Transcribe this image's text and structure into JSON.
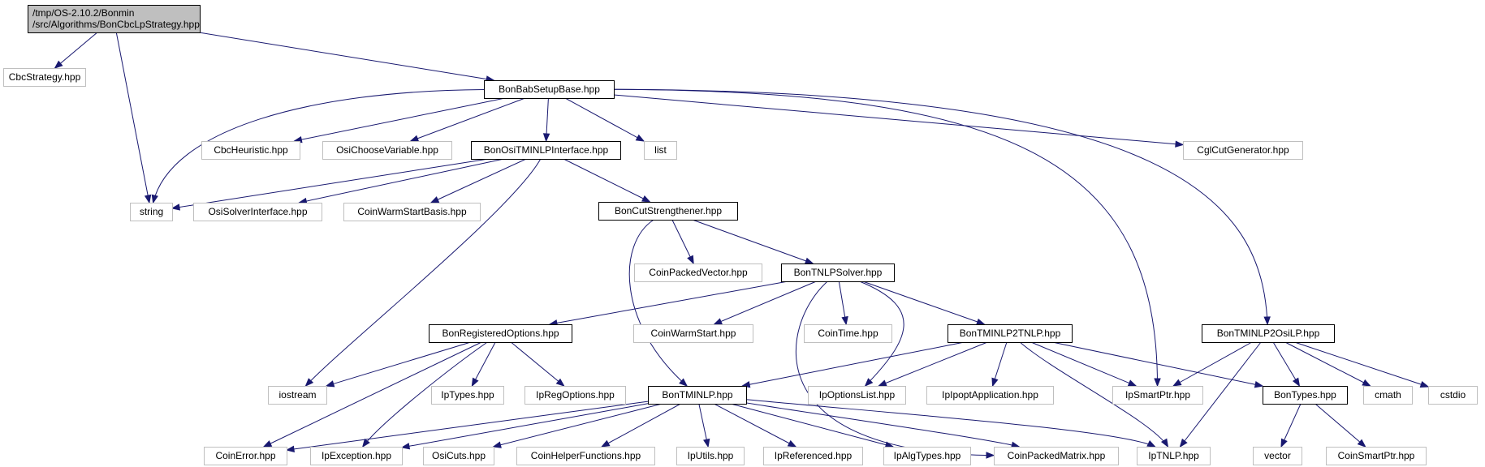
{
  "nodes": [
    {
      "id": "root",
      "lines": [
        "/tmp/OS-2.10.2/Bonmin",
        "/src/Algorithms/BonCbcLpStrategy.hpp"
      ],
      "kind": "root"
    },
    {
      "id": "cbcstrategy",
      "lines": [
        "CbcStrategy.hpp"
      ],
      "kind": "ext"
    },
    {
      "id": "string",
      "lines": [
        "string"
      ],
      "kind": "ext"
    },
    {
      "id": "babsetup",
      "lines": [
        "BonBabSetupBase.hpp"
      ],
      "kind": "doc"
    },
    {
      "id": "cbcheuristic",
      "lines": [
        "CbcHeuristic.hpp"
      ],
      "kind": "ext"
    },
    {
      "id": "osichoose",
      "lines": [
        "OsiChooseVariable.hpp"
      ],
      "kind": "ext"
    },
    {
      "id": "ositminlp",
      "lines": [
        "BonOsiTMINLPInterface.hpp"
      ],
      "kind": "doc"
    },
    {
      "id": "list",
      "lines": [
        "list"
      ],
      "kind": "ext"
    },
    {
      "id": "cglcut",
      "lines": [
        "CglCutGenerator.hpp"
      ],
      "kind": "ext"
    },
    {
      "id": "osisolver",
      "lines": [
        "OsiSolverInterface.hpp"
      ],
      "kind": "ext"
    },
    {
      "id": "coinwarmbasis",
      "lines": [
        "CoinWarmStartBasis.hpp"
      ],
      "kind": "ext"
    },
    {
      "id": "cutstrength",
      "lines": [
        "BonCutStrengthener.hpp"
      ],
      "kind": "doc"
    },
    {
      "id": "coinpackedvec",
      "lines": [
        "CoinPackedVector.hpp"
      ],
      "kind": "ext"
    },
    {
      "id": "tnlpsolver",
      "lines": [
        "BonTNLPSolver.hpp"
      ],
      "kind": "doc"
    },
    {
      "id": "regoptions",
      "lines": [
        "BonRegisteredOptions.hpp"
      ],
      "kind": "doc"
    },
    {
      "id": "coinwarmstart",
      "lines": [
        "CoinWarmStart.hpp"
      ],
      "kind": "ext"
    },
    {
      "id": "cointime",
      "lines": [
        "CoinTime.hpp"
      ],
      "kind": "ext"
    },
    {
      "id": "tminlp2tnlp",
      "lines": [
        "BonTMINLP2TNLP.hpp"
      ],
      "kind": "doc"
    },
    {
      "id": "tminlp2osilp",
      "lines": [
        "BonTMINLP2OsiLP.hpp"
      ],
      "kind": "doc"
    },
    {
      "id": "iostream",
      "lines": [
        "iostream"
      ],
      "kind": "ext"
    },
    {
      "id": "iptypes",
      "lines": [
        "IpTypes.hpp"
      ],
      "kind": "ext"
    },
    {
      "id": "ipregoptions",
      "lines": [
        "IpRegOptions.hpp"
      ],
      "kind": "ext"
    },
    {
      "id": "bontminlp",
      "lines": [
        "BonTMINLP.hpp"
      ],
      "kind": "doc"
    },
    {
      "id": "ipoptionslist",
      "lines": [
        "IpOptionsList.hpp"
      ],
      "kind": "ext"
    },
    {
      "id": "ipoptapp",
      "lines": [
        "IpIpoptApplication.hpp"
      ],
      "kind": "ext"
    },
    {
      "id": "ipsmartptr",
      "lines": [
        "IpSmartPtr.hpp"
      ],
      "kind": "ext"
    },
    {
      "id": "bontypes",
      "lines": [
        "BonTypes.hpp"
      ],
      "kind": "doc"
    },
    {
      "id": "cmath",
      "lines": [
        "cmath"
      ],
      "kind": "ext"
    },
    {
      "id": "cstdio",
      "lines": [
        "cstdio"
      ],
      "kind": "ext"
    },
    {
      "id": "coinerror",
      "lines": [
        "CoinError.hpp"
      ],
      "kind": "ext"
    },
    {
      "id": "ipexception",
      "lines": [
        "IpException.hpp"
      ],
      "kind": "ext"
    },
    {
      "id": "osicuts",
      "lines": [
        "OsiCuts.hpp"
      ],
      "kind": "ext"
    },
    {
      "id": "coinhelper",
      "lines": [
        "CoinHelperFunctions.hpp"
      ],
      "kind": "ext"
    },
    {
      "id": "iputils",
      "lines": [
        "IpUtils.hpp"
      ],
      "kind": "ext"
    },
    {
      "id": "ipreferenced",
      "lines": [
        "IpReferenced.hpp"
      ],
      "kind": "ext"
    },
    {
      "id": "ipalgtypes",
      "lines": [
        "IpAlgTypes.hpp"
      ],
      "kind": "ext"
    },
    {
      "id": "coinpackedmat",
      "lines": [
        "CoinPackedMatrix.hpp"
      ],
      "kind": "ext"
    },
    {
      "id": "iptnlp",
      "lines": [
        "IpTNLP.hpp"
      ],
      "kind": "ext"
    },
    {
      "id": "vector",
      "lines": [
        "vector"
      ],
      "kind": "ext"
    },
    {
      "id": "coinsmartptr",
      "lines": [
        "CoinSmartPtr.hpp"
      ],
      "kind": "ext"
    }
  ],
  "edges": [
    [
      "root",
      "cbcstrategy"
    ],
    [
      "root",
      "string"
    ],
    [
      "root",
      "babsetup"
    ],
    [
      "babsetup",
      "string"
    ],
    [
      "babsetup",
      "cbcheuristic"
    ],
    [
      "babsetup",
      "osichoose"
    ],
    [
      "babsetup",
      "ositminlp"
    ],
    [
      "babsetup",
      "list"
    ],
    [
      "babsetup",
      "cglcut"
    ],
    [
      "babsetup",
      "ipsmartptr"
    ],
    [
      "babsetup",
      "tminlp2osilp"
    ],
    [
      "ositminlp",
      "string"
    ],
    [
      "ositminlp",
      "osisolver"
    ],
    [
      "ositminlp",
      "coinwarmbasis"
    ],
    [
      "ositminlp",
      "cutstrength"
    ],
    [
      "ositminlp",
      "iostream"
    ],
    [
      "cutstrength",
      "coinpackedvec"
    ],
    [
      "cutstrength",
      "tnlpsolver"
    ],
    [
      "cutstrength",
      "bontminlp"
    ],
    [
      "tnlpsolver",
      "regoptions"
    ],
    [
      "tnlpsolver",
      "coinwarmstart"
    ],
    [
      "tnlpsolver",
      "cointime"
    ],
    [
      "tnlpsolver",
      "tminlp2tnlp"
    ],
    [
      "tnlpsolver",
      "ipoptionslist"
    ],
    [
      "tnlpsolver",
      "coinpackedmat"
    ],
    [
      "regoptions",
      "iostream"
    ],
    [
      "regoptions",
      "iptypes"
    ],
    [
      "regoptions",
      "ipregoptions"
    ],
    [
      "regoptions",
      "coinerror"
    ],
    [
      "regoptions",
      "ipexception"
    ],
    [
      "tminlp2tnlp",
      "bontminlp"
    ],
    [
      "tminlp2tnlp",
      "ipoptionslist"
    ],
    [
      "tminlp2tnlp",
      "ipoptapp"
    ],
    [
      "tminlp2tnlp",
      "ipsmartptr"
    ],
    [
      "tminlp2tnlp",
      "bontypes"
    ],
    [
      "tminlp2tnlp",
      "iptnlp"
    ],
    [
      "tminlp2osilp",
      "ipsmartptr"
    ],
    [
      "tminlp2osilp",
      "iptnlp"
    ],
    [
      "tminlp2osilp",
      "bontypes"
    ],
    [
      "tminlp2osilp",
      "cmath"
    ],
    [
      "tminlp2osilp",
      "cstdio"
    ],
    [
      "bontminlp",
      "coinerror"
    ],
    [
      "bontminlp",
      "ipexception"
    ],
    [
      "bontminlp",
      "osicuts"
    ],
    [
      "bontminlp",
      "coinhelper"
    ],
    [
      "bontminlp",
      "iputils"
    ],
    [
      "bontminlp",
      "ipreferenced"
    ],
    [
      "bontminlp",
      "ipalgtypes"
    ],
    [
      "bontminlp",
      "coinpackedmat"
    ],
    [
      "bontminlp",
      "iptnlp"
    ],
    [
      "bontypes",
      "vector"
    ],
    [
      "bontypes",
      "coinsmartptr"
    ]
  ]
}
